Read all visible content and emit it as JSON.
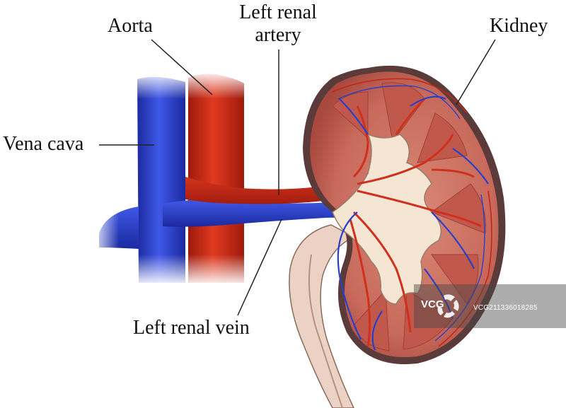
{
  "labels": {
    "aorta": "Aorta",
    "left_renal_artery": "Left renal artery",
    "kidney": "Kidney",
    "vena_cava": "Vena cava",
    "left_renal_vein": "Left renal vein"
  },
  "watermark": {
    "brand": "VCG",
    "id": "VCG211336018285"
  },
  "colors": {
    "artery": "#cc2a14",
    "vein": "#2a3fc9",
    "kidney_cortex": "#c8685c",
    "kidney_capsule": "#5a3a3a",
    "pelvis": "#f3e4cf",
    "ureter": "#e8c8b8"
  }
}
